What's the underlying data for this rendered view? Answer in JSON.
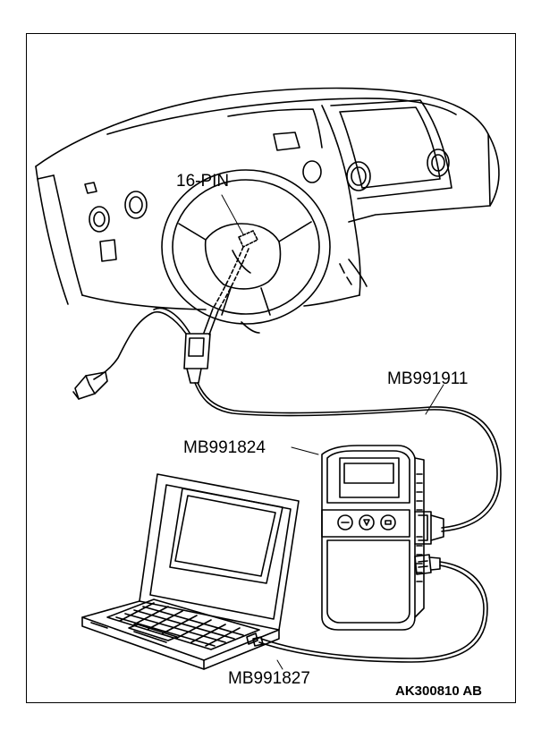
{
  "labels": {
    "connector": "16-PIN",
    "cable_main": "MB991911",
    "interface_unit": "MB991824",
    "usb_cable": "MB991827",
    "figure_code": "AK300810 AB"
  }
}
